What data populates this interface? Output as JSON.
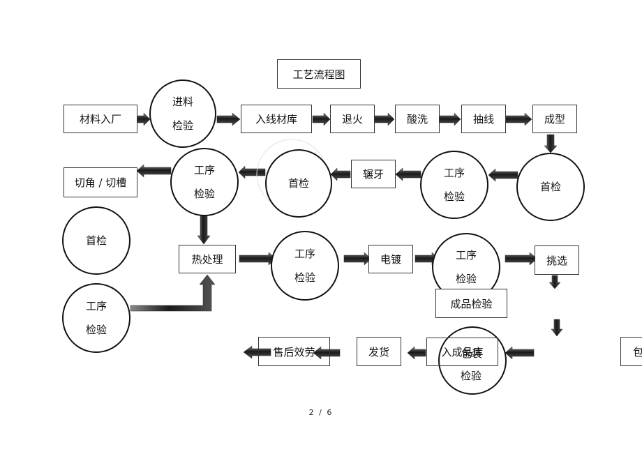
{
  "title": "工艺流程图",
  "nodes": {
    "n1": "材料入厂",
    "c1": [
      "进料",
      "检验"
    ],
    "n2": "入线材库",
    "n3": "退火",
    "n4": "酸洗",
    "n5": "抽线",
    "n6": "成型",
    "c2": "首检",
    "c3": [
      "工序",
      "检验"
    ],
    "n7": "辗牙",
    "c4": "首检",
    "c5": [
      "工序",
      "检验"
    ],
    "n8": "切角 / 切槽",
    "c6": "首检",
    "c7": [
      "工序",
      "检验"
    ],
    "n9": "热处理",
    "c8": [
      "工序",
      "检验"
    ],
    "n10": "电镀",
    "c9": [
      "工序",
      "检验"
    ],
    "n11": "挑选",
    "n12": "成品检验",
    "c10_top": "包装",
    "c10_bottom": "检验",
    "n13": "入成品库",
    "n14": "发货",
    "n15": "售后效劳",
    "n16": "包"
  },
  "page_number": "2 / 6"
}
